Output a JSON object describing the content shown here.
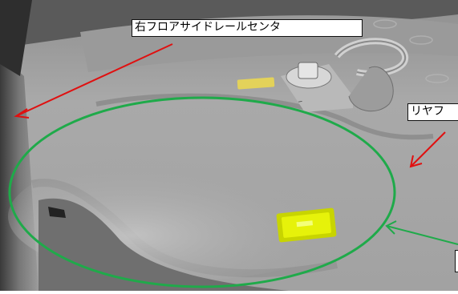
{
  "photo": {
    "description_icons": [
      "metal-floor-panel",
      "tie-down-hook",
      "yellow-tag",
      "floor-clip"
    ],
    "colors": {
      "annotation_arrow_red": "#e01010",
      "annotation_ellipse_green": "#1faa4a",
      "annotation_arrow_green": "#1faa4a",
      "label_background": "#ffffff",
      "tag_yellow": "#e6f20a"
    }
  },
  "labels": {
    "top": "右フロアサイドレールセンタ",
    "right_mid": "リヤフ",
    "bottom_right": ""
  }
}
